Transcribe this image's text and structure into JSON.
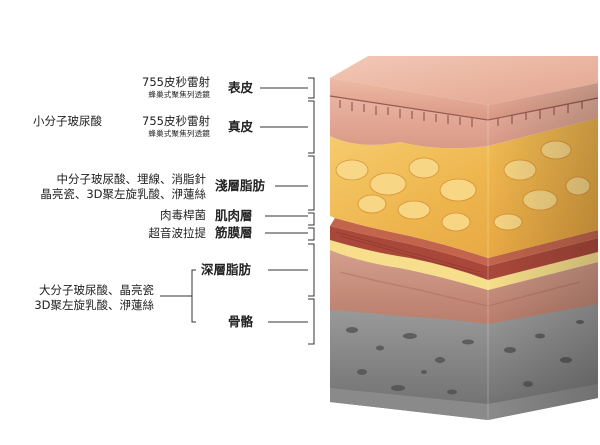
{
  "treatments": {
    "epidermis_main": "755皮秒雷射",
    "epidermis_sub": "蜂巢式聚焦列透鏡",
    "dermis_left": "小分子玻尿酸",
    "dermis_main": "755皮秒雷射",
    "dermis_sub": "蜂巢式聚焦列透鏡",
    "superficial_fat_line1": "中分子玻尿酸、埋線、消脂針",
    "superficial_fat_line2": "晶亮瓷、3D聚左旋乳酸、洢蓮絲",
    "muscle": "肉毒桿菌",
    "fascia": "超音波拉提",
    "deep_line1": "大分子玻尿酸、晶亮瓷",
    "deep_line2": "3D聚左旋乳酸、洢蓮絲"
  },
  "layers": {
    "epidermis": "表皮",
    "dermis": "真皮",
    "superficial_fat": "淺層脂肪",
    "muscle": "肌肉層",
    "fascia": "筋膜層",
    "deep_fat": "深層脂肪",
    "bone": "骨骼"
  }
}
